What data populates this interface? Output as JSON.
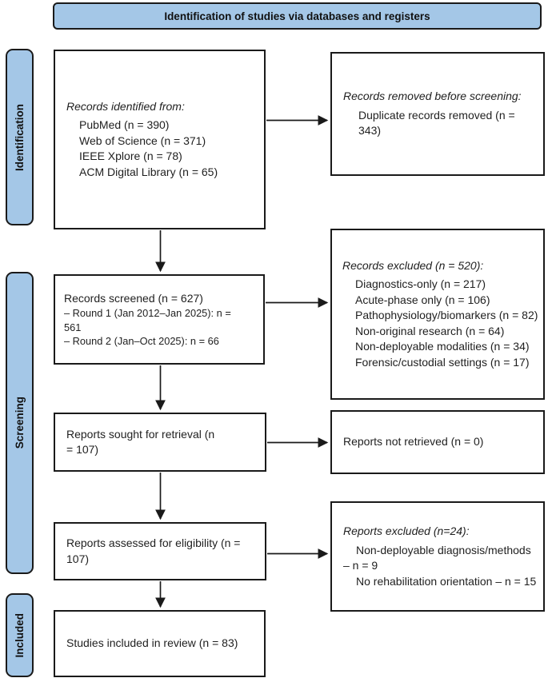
{
  "banner": {
    "label": "Identification of studies via databases and registers"
  },
  "sidebar": {
    "identification": "Identification",
    "screening": "Screening",
    "included": "Included"
  },
  "boxes": {
    "identified": {
      "heading": "Records identified from:",
      "items": [
        "PubMed (n = 390)",
        "Web of Science (n = 371)",
        "IEEE Xplore (n = 78)",
        "ACM Digital Library (n = 65)"
      ]
    },
    "removed": {
      "heading": "Records removed before screening:",
      "items": [
        "Duplicate records removed (n = 343)"
      ]
    },
    "screened": {
      "title": "Records screened (n = 627)",
      "details": [
        "– Round 1 (Jan 2012–Jan 2025): n = 561",
        "– Round 2 (Jan–Oct 2025): n = 66"
      ]
    },
    "records_excluded": {
      "heading": "Records excluded (n = 520):",
      "items": [
        "Diagnostics-only (n = 217)",
        "Acute-phase only (n = 106)",
        "Pathophysiology/biomarkers (n = 82)",
        "Non-original research (n = 64)",
        "Non-deployable modalities (n = 34)",
        "Forensic/custodial settings (n = 17)"
      ]
    },
    "sought": {
      "title": "Reports sought for retrieval (n = 107)"
    },
    "not_retrieved": {
      "title": "Reports not retrieved (n = 0)"
    },
    "assessed": {
      "title": "Reports assessed for eligibility (n = 107)"
    },
    "reports_excluded": {
      "heading": "Reports excluded (n=24):",
      "items": [
        "Non-deployable diagnosis/methods – n = 9",
        "No rehabilitation orientation – n = 15"
      ]
    },
    "included": {
      "title": "Studies included in review (n = 83)"
    }
  },
  "colors": {
    "stage_fill": "#a4c7e7",
    "border": "#1a1a1a",
    "box_fill": "#ffffff"
  }
}
